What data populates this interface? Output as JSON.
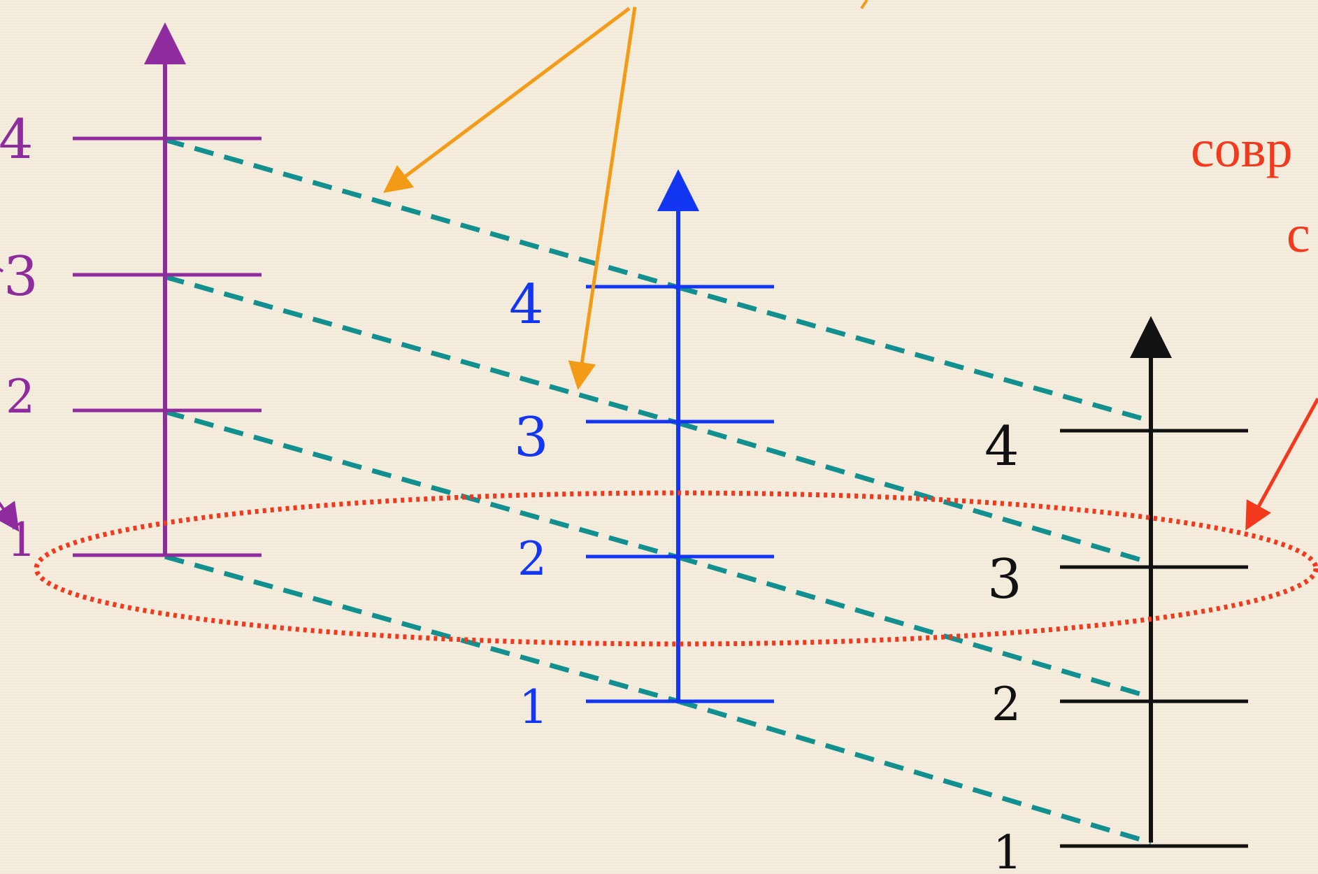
{
  "colors": {
    "scale_left": "#8e2c9e",
    "scale_middle": "#1336f2",
    "scale_right": "#111111",
    "connector": "#128f8f",
    "pointer": "#f39a16",
    "highlight": "#f2391d"
  },
  "scales": {
    "left": {
      "levels": [
        "4",
        "3",
        "2",
        "1"
      ]
    },
    "middle": {
      "levels": [
        "4",
        "3",
        "2",
        "1"
      ]
    },
    "right": {
      "levels": [
        "4",
        "3",
        "2",
        "1"
      ]
    }
  },
  "annotation": {
    "line1": "совр",
    "line2": "с"
  },
  "icons": {
    "axis_arrow": "arrow-up-icon",
    "pointer_arrow": "arrow-pointer-icon"
  }
}
